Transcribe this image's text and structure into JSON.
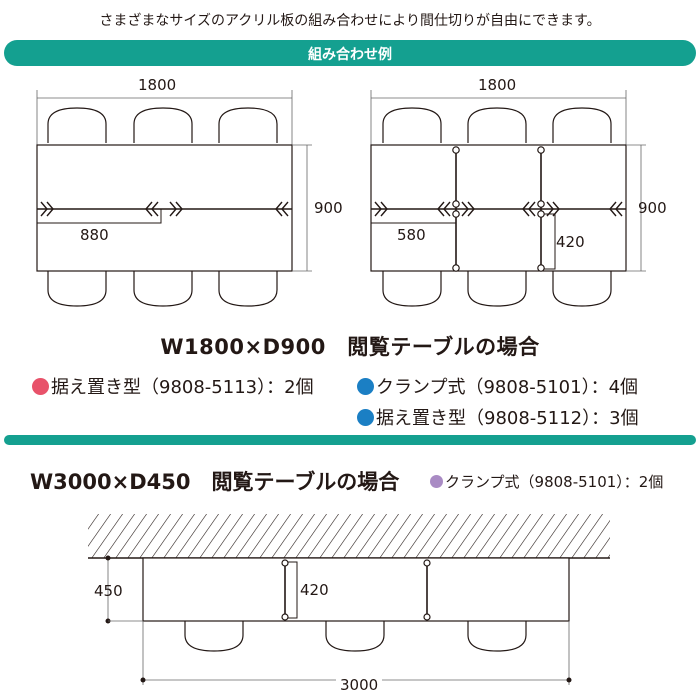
{
  "intro": "さまざまなサイズのアクリル板の組み合わせにより間仕切りが自由にできます。",
  "section_title": "組み合わせ例",
  "diagram_left": {
    "width": "1800",
    "depth": "900",
    "panel": "880"
  },
  "diagram_right": {
    "width": "1800",
    "depth": "900",
    "panel_long": "580",
    "panel_short": "420"
  },
  "table1": {
    "title": "W1800×D900　閲覧テーブルの場合",
    "legend": [
      {
        "label": "据え置き型（9808-5113）：2個",
        "color": "#e8526a"
      },
      {
        "label": "クランプ式（9808-5101）：4個",
        "color": "#1b7fc4"
      },
      {
        "label": "据え置き型（9808-5112）：3個",
        "color": "#1b7fc4"
      }
    ]
  },
  "table2": {
    "title": "W3000×D450　閲覧テーブルの場合",
    "legend": {
      "label": "クランプ式（9808-5101）：2個",
      "color": "#a98bc4"
    },
    "depth": "450",
    "panel": "420",
    "width": "3000"
  },
  "colors": {
    "teal": "#14a090",
    "magenta": "#e4007f",
    "blue": "#2ea7e0",
    "purple": "#a98bc4"
  }
}
